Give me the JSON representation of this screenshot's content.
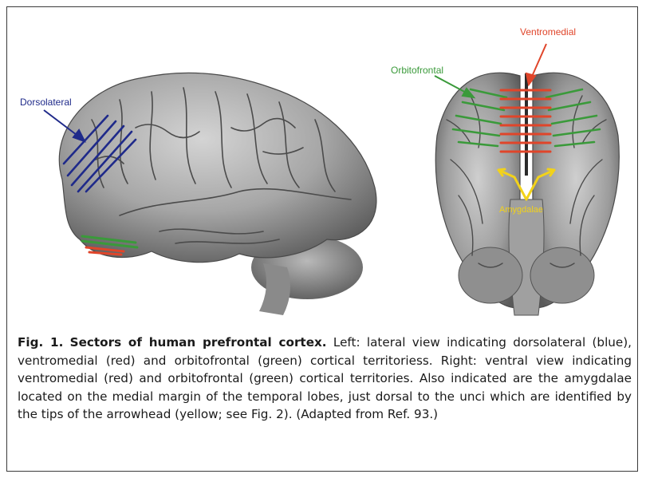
{
  "labels": {
    "dorsolateral": "Dorsolateral",
    "ventromedial": "Ventromedial",
    "orbitofrontal": "Orbitofrontal",
    "amygdalae": "Amygdalae"
  },
  "caption": {
    "figure_number": "Fig. 1.",
    "title": "Sectors of human prefrontal cortex.",
    "body": "Left: lateral view indicating dorsolateral (blue), ventromedial (red) and orbitofrontal (green) cortical territoriess. Right: ventral view indicating ventromedial (red) and orbitofrontal (green) cortical territories. Also indicated are the amygdalae located on the medial margin of the temporal lobes, just dorsal to the unci which are identified by the tips of the arrowhead (yellow; see Fig. 2). (Adapted from Ref. 93.)"
  },
  "colors": {
    "dorsolateral": "#1f2a8a",
    "ventromedial": "#e0452a",
    "orbitofrontal": "#3a9a3a",
    "amygdalae": "#f2d21a",
    "brain": "#9a9a9a"
  }
}
